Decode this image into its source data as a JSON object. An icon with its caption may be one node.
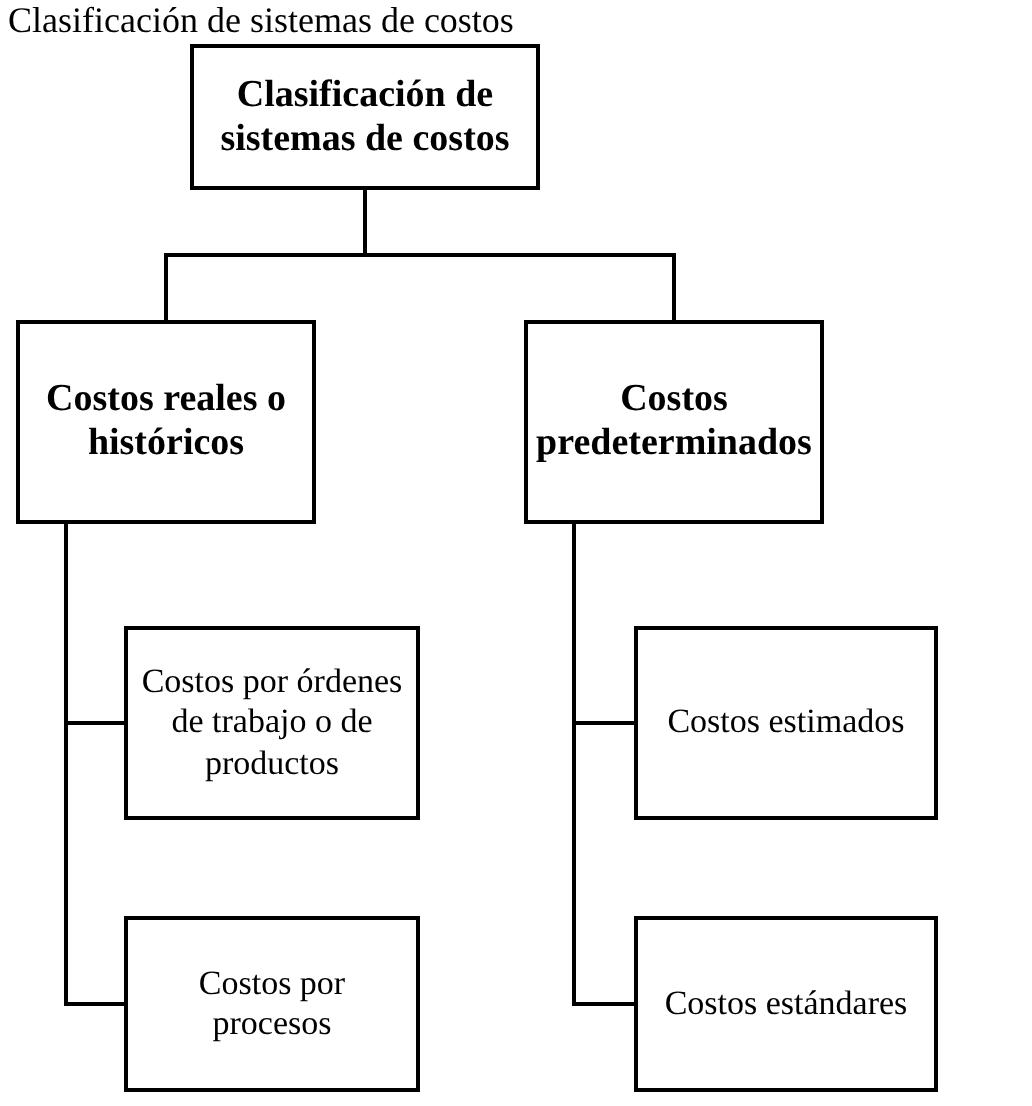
{
  "diagram": {
    "title": "Clasificación de sistemas de costos",
    "nodes": [
      {
        "text": [
          "Clasificación de sistemas de costos"
        ]
      },
      {
        "text": [
          "Costos reales o históricos"
        ]
      },
      {
        "text": [
          "Costos predeterminados"
        ]
      },
      {
        "text": [
          "Costos por órdenes de trabajo o de productos"
        ]
      },
      {
        "text": [
          "Costos por procesos"
        ]
      },
      {
        "text": [
          "Costos estimados"
        ]
      },
      {
        "text": [
          "Costos estándares"
        ]
      }
    ],
    "edges": [
      {
        "from": 0,
        "to": 1,
        "arrow": "none"
      },
      {
        "from": 0,
        "to": 2,
        "arrow": "none"
      },
      {
        "from": 1,
        "to": 3,
        "arrow": "none"
      },
      {
        "from": 1,
        "to": 4,
        "arrow": "none"
      },
      {
        "from": 2,
        "to": 5,
        "arrow": "none"
      },
      {
        "from": 2,
        "to": 6,
        "arrow": "none"
      }
    ]
  }
}
